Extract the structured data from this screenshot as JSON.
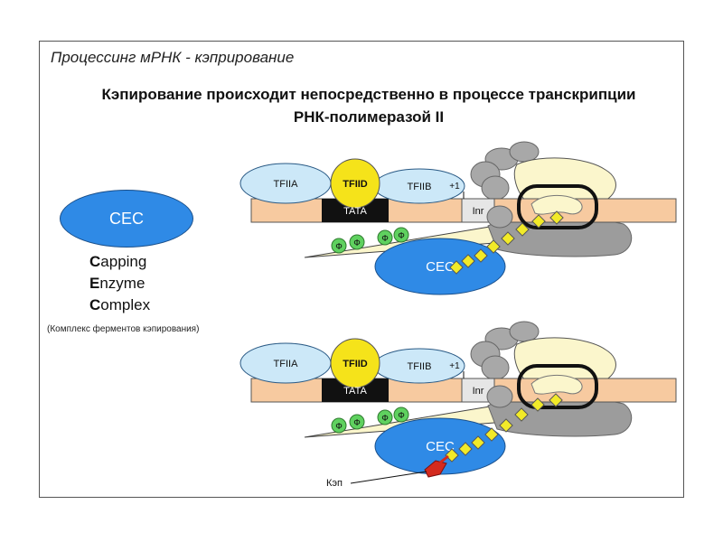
{
  "section_title": "Процессинг мРНК - кэприрование",
  "headline": {
    "line1": "Кэпирование происходит непосредственно в процессе транскрипции",
    "line2": "РНК-полимеразой II"
  },
  "legend": {
    "ellipse_label": "CEC",
    "expansion": [
      {
        "initial": "C",
        "rest": "apping"
      },
      {
        "initial": "E",
        "rest": "nzyme"
      },
      {
        "initial": "C",
        "rest": "omplex"
      }
    ],
    "note": "(Комплекс ферментов кэпирования)"
  },
  "panel_top": {
    "tfiia": "TFIIA",
    "tfiid": "TFIID",
    "tfiib": "TFIIB",
    "plus_one": "+1",
    "tata": "TATA",
    "inr": "Inr",
    "cec": "CEC",
    "phosphates": [
      "Ф",
      "Ф",
      "Ф",
      "Ф"
    ]
  },
  "panel_bottom": {
    "tfiia": "TFIIA",
    "tfiid": "TFIID",
    "tfiib": "TFIIB",
    "plus_one": "+1",
    "tata": "TATA",
    "inr": "Inr",
    "cec": "CEC",
    "phosphates": [
      "Ф",
      "Ф",
      "Ф",
      "Ф"
    ],
    "cap_label": "Кэп"
  },
  "colors": {
    "cec_blue": "#2f8ae6",
    "dna_band": "#f7caa0",
    "tfii_light": "#cce8f8",
    "tfiid_yellow": "#f5e31a",
    "polymerase_gray": "#a8a8a8",
    "cream": "#fbf6cc",
    "phosphate_green": "#5fd15f",
    "rna_diamond": "#f2ea28",
    "cap_red": "#d42a1e"
  }
}
